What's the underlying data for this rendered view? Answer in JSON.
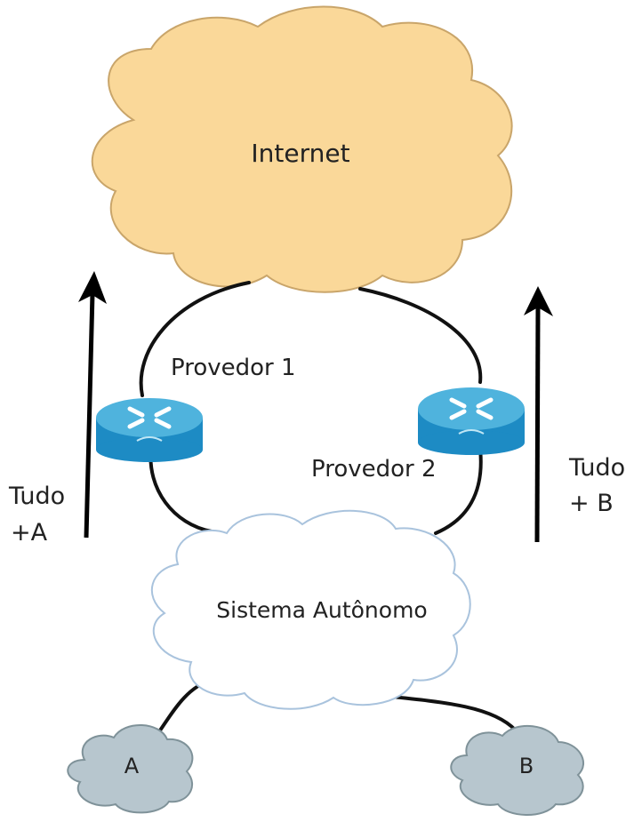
{
  "internet": {
    "label": "Internet"
  },
  "providers": [
    {
      "label": "Provedor 1"
    },
    {
      "label": "Provedor 2"
    }
  ],
  "autonomous_system": {
    "label": "Sistema Autônomo"
  },
  "customers": [
    {
      "label": "A"
    },
    {
      "label": "B"
    }
  ],
  "announcements": [
    {
      "line1": "Tudo",
      "line2": "+A"
    },
    {
      "line1": "Tudo",
      "line2": "+ B"
    }
  ],
  "colors": {
    "internet_fill": "#fad899",
    "internet_stroke": "#c9a56a",
    "as_fill": "#ffffff",
    "as_stroke": "#a9c3dd",
    "customer_fill": "#b7c6ce",
    "customer_stroke": "#7f9299",
    "router_top": "#4fb3dd",
    "router_side": "#1d8bc4",
    "link": "#111111",
    "arrow": "#000000"
  },
  "icons": {
    "router": "router-icon",
    "arrow": "arrow-up-icon"
  }
}
